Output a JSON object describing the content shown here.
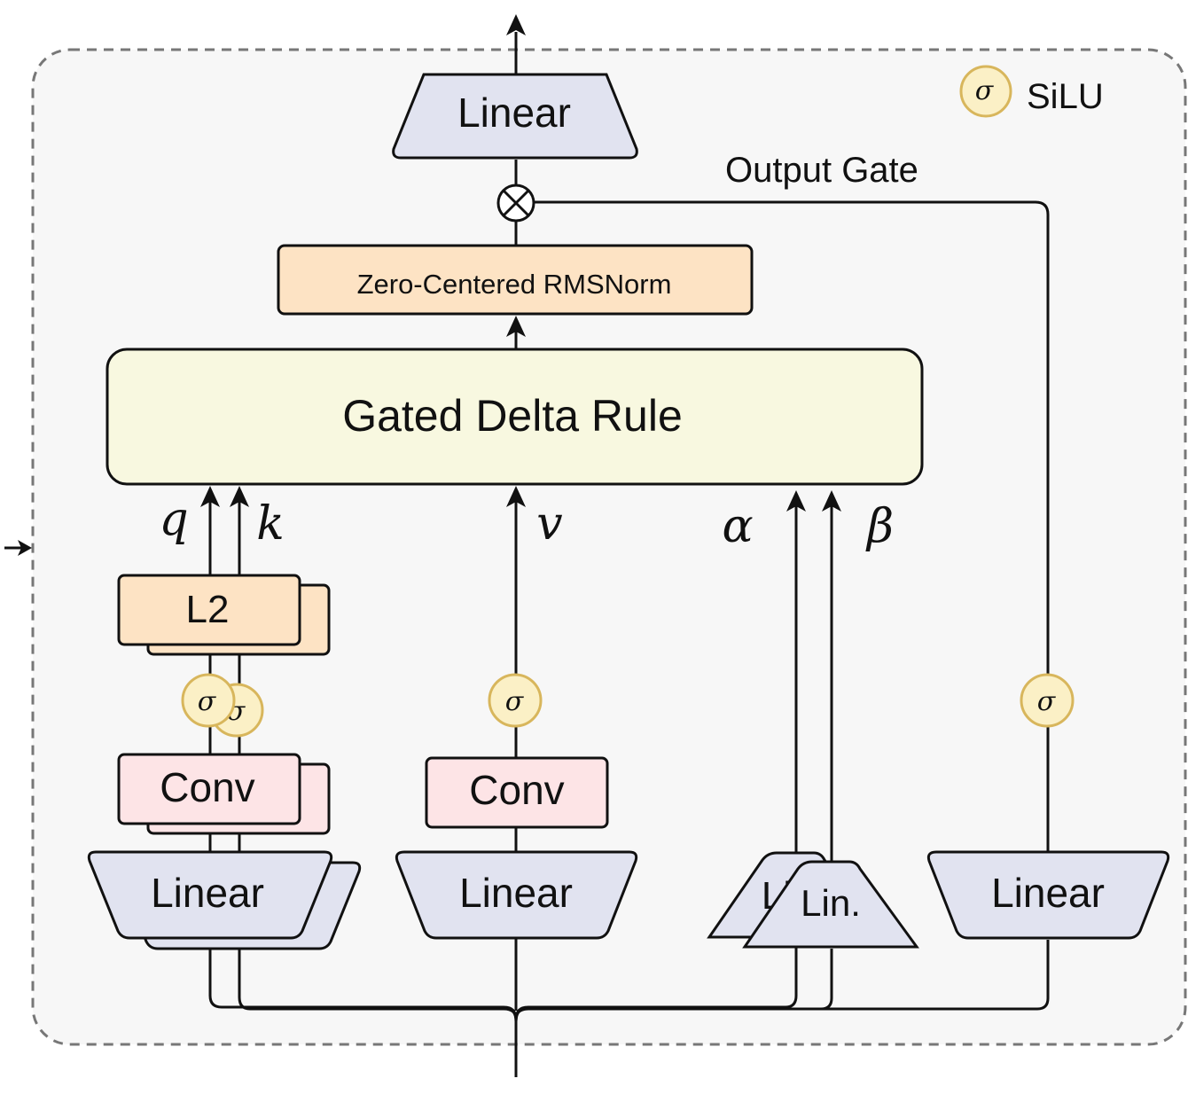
{
  "colors": {
    "container_bg": "#f7f7f7",
    "container_border": "#777777",
    "linear_fill": "#e1e3f0",
    "norm_fill": "#fde3c4",
    "conv_fill": "#fde4e6",
    "gdr_fill": "#f8f8e0",
    "silu_fill": "#fbf0c6",
    "silu_stroke": "#d8b65c",
    "line": "#111111"
  },
  "legend": {
    "symbol": "σ",
    "label": "SiLU"
  },
  "output_gate_label": "Output Gate",
  "multiply_symbol": "⊗",
  "blocks": {
    "top_linear": "Linear",
    "norm": "Zero-Centered RMSNorm",
    "gated_delta_rule": "Gated Delta Rule",
    "l2": "L2",
    "conv_qk": "Conv",
    "conv_v": "Conv",
    "linear_qk": "Linear",
    "linear_v": "Linear",
    "linear_ab_back": "Li",
    "linear_ab_front": "Lin.",
    "linear_gate": "Linear"
  },
  "silu_symbol": "σ",
  "inputs": {
    "q": "q",
    "k": "k",
    "v": "v",
    "alpha": "α",
    "beta": "β"
  }
}
